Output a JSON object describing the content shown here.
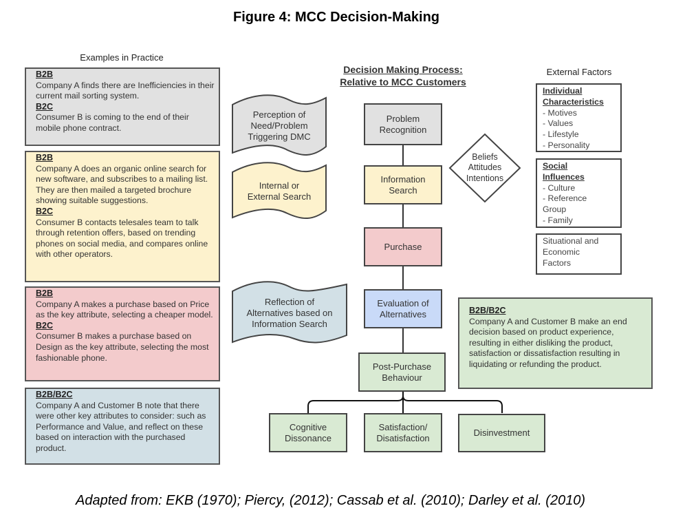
{
  "title": "Figure 4: MCC Decision-Making",
  "caption": "Adapted from: EKB (1970); Piercy, (2012); Cassab et al. (2010); Darley et al. (2010)",
  "examples": {
    "heading": "Examples in Practice",
    "boxes": [
      {
        "color": "#e1e1e1",
        "sections": [
          {
            "label": "B2B",
            "text": " Company A finds there are Inefficiencies in their current mail sorting system."
          },
          {
            "label": "B2C",
            "text": "Consumer B is coming to the end of their mobile phone contract."
          }
        ]
      },
      {
        "color": "#fdf2cd",
        "sections": [
          {
            "label": "B2B",
            "text": "Company A does an organic online search for new software, and subscribes to a mailing list. They are then mailed a targeted brochure showing suitable suggestions."
          },
          {
            "label": "B2C",
            "text": "Consumer B contacts telesales team to talk through retention offers, based on trending phones on social media, and compares online with other operators."
          }
        ]
      },
      {
        "color": "#f3cbcc",
        "sections": [
          {
            "label": "B2B",
            "text": "Company A makes a purchase based on Price as the key attribute, selecting a cheaper model."
          },
          {
            "label": "B2C",
            "text": "Consumer B makes a purchase based on Design as the key attribute, selecting the most fashionable phone."
          }
        ]
      },
      {
        "color": "#d2e0e6",
        "sections": [
          {
            "label": "B2B/B2C",
            "text": "Company A and Customer B note that there were other key attributes to consider: such as Performance and Value, and reflect on these based on interaction with the purchased product."
          }
        ]
      }
    ]
  },
  "process": {
    "heading_line1": "Decision Making Process:",
    "heading_line2": "Relative to MCC Customers",
    "stages": [
      {
        "label": "Problem\nRecognition",
        "color": "#e1e1e1"
      },
      {
        "label": "Information\nSearch",
        "color": "#fdf2cd"
      },
      {
        "label": "Purchase",
        "color": "#f3cbcc"
      },
      {
        "label": "Evaluation of\nAlternatives",
        "color": "#c9daf8"
      },
      {
        "label": "Post-Purchase\nBehaviour",
        "color": "#d9ead3"
      }
    ],
    "outcomes": [
      {
        "label": "Cognitive\nDissonance"
      },
      {
        "label": "Satisfaction/\nDisatisfaction"
      },
      {
        "label": "Disinvestment"
      }
    ]
  },
  "inputs": [
    {
      "label": "Perception of\nNeed/Problem\nTriggering DMC",
      "color": "#e1e1e1"
    },
    {
      "label": "Internal or\nExternal Search",
      "color": "#fdf2cd"
    },
    {
      "label": "Reflection of\nAlternatives based on\nInformation Search",
      "color": "#d2e0e6"
    }
  ],
  "beliefs": {
    "label": "Beliefs\nAttitudes\nIntentions"
  },
  "external": {
    "heading": "External Factors",
    "boxes": [
      {
        "title": "Individual\nCharacteristics",
        "items": [
          "- Motives",
          "- Values",
          "- Lifestyle",
          "- Personality"
        ]
      },
      {
        "title": "Social\nInfluences",
        "items": [
          "- Culture",
          "- Reference\nGroup",
          "- Family"
        ]
      },
      {
        "title": "",
        "items": [
          "Situational and\nEconomic\nFactors"
        ]
      }
    ]
  },
  "outcome_note": {
    "label": "B2B/B2C",
    "text": "Company A and Customer B make an end decision based on product experience, resulting in either disliking the product, satisfaction or dissatisfaction resulting in liquidating or refunding the product."
  }
}
